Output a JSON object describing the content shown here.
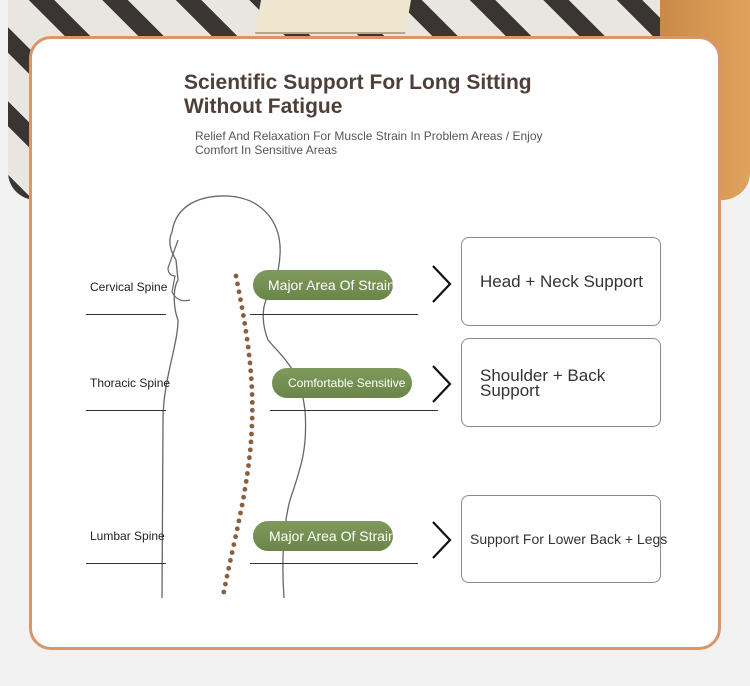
{
  "header": {
    "title": "Scientific Support For Long Sitting Without Fatigue",
    "subtitle": "Relief And Relaxation For Muscle Strain In Problem Areas / Enjoy Comfort In Sensitive Areas"
  },
  "rows": [
    {
      "spine_label": "Cervical Spine",
      "pill_label": "Major Area Of Strain",
      "support_label": "Head + Neck Support"
    },
    {
      "spine_label": "Thoracic Spine",
      "pill_label": "Comfortable Sensitive",
      "support_label": "Shoulder + Back Support"
    },
    {
      "spine_label": "Lumbar Spine",
      "pill_label": "Major Area Of Strain",
      "support_label": "Support For Lower Back + Legs"
    }
  ],
  "colors": {
    "accent_border": "#d9966a",
    "pill_green": "#6b8549",
    "spine_dots": "#8b5e3c",
    "title_brown": "#4e3f38"
  }
}
